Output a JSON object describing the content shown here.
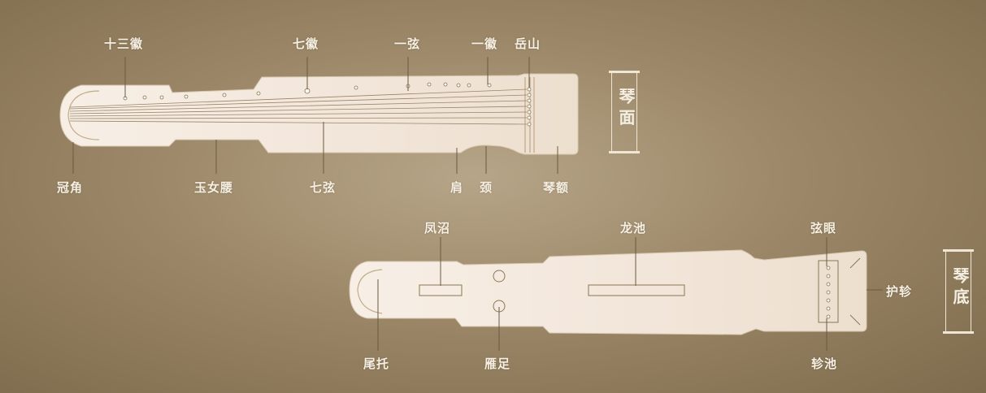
{
  "top_view": {
    "title": "琴面",
    "labels": {
      "shisan_hui": "十三徽",
      "qi_hui": "七徽",
      "yi_xian": "一弦",
      "yi_hui": "一徽",
      "yue_shan": "岳山",
      "guan_jiao": "冠角",
      "yu_nv_yao": "玉女腰",
      "qi_xian": "七弦",
      "jian": "肩",
      "jing": "颈",
      "qin_e": "琴额"
    }
  },
  "bottom_view": {
    "title": "琴底",
    "labels": {
      "feng_zhao": "凤沼",
      "long_chi": "龙池",
      "xian_yan": "弦眼",
      "hu_zhen": "护轸",
      "wei_tuo": "尾托",
      "yan_zu": "雁足",
      "zhen_chi": "轸池"
    }
  },
  "colors": {
    "background": "#9c8868",
    "body": "#f3e8dc",
    "outline": "#8a7656",
    "label": "#f6efe2"
  }
}
